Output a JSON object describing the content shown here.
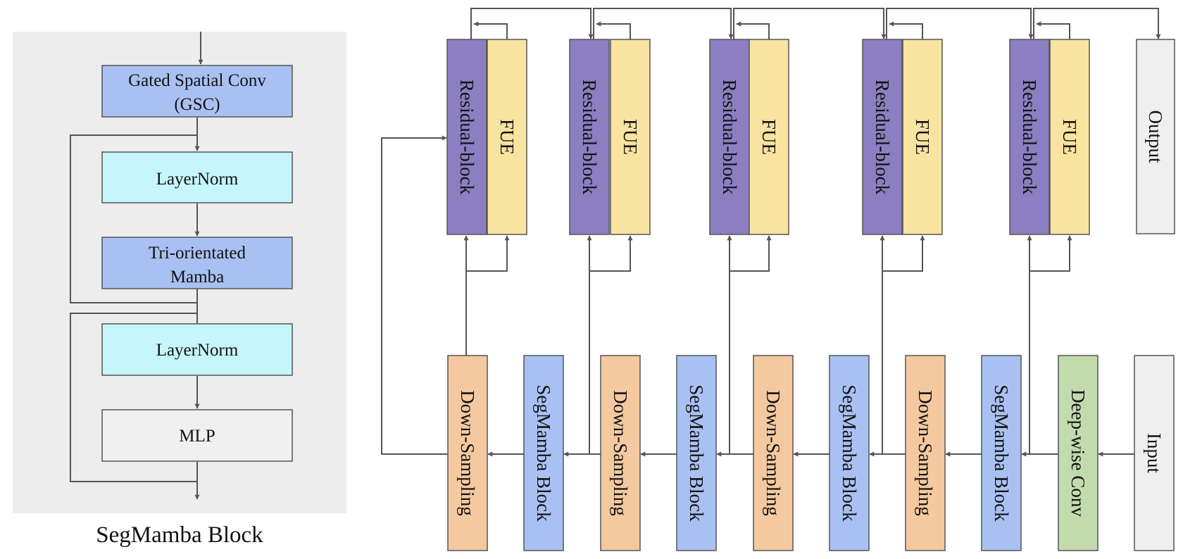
{
  "colors": {
    "panel": "#ededed",
    "light_blue": "#a9c1f2",
    "cyan": "#c5f6fb",
    "white_box": "#f0f0f0",
    "purple": "#8b7fc1",
    "yellow": "#f8e3a0",
    "orange": "#f4c9a0",
    "green": "#c3dbac",
    "gray_box": "#efefef",
    "line": "#555555"
  },
  "segmamba_block": {
    "title": "SegMamba Block",
    "gsc_line1": "Gated Spatial Conv",
    "gsc_line2": "(GSC)",
    "layernorm1": "LayerNorm",
    "tom_line1": "Tri-orientated",
    "tom_line2": "Mamba",
    "layernorm2": "LayerNorm",
    "mlp": "MLP"
  },
  "decoder": {
    "residual_label": "Residual-block",
    "fue_label": "FUE",
    "output_label": "Output"
  },
  "encoder": {
    "input_label": "Input",
    "deepwise_label": "Deep-wise Conv",
    "segmamba_label": "SegMamba Block",
    "down_label": "Down-Sampling"
  }
}
